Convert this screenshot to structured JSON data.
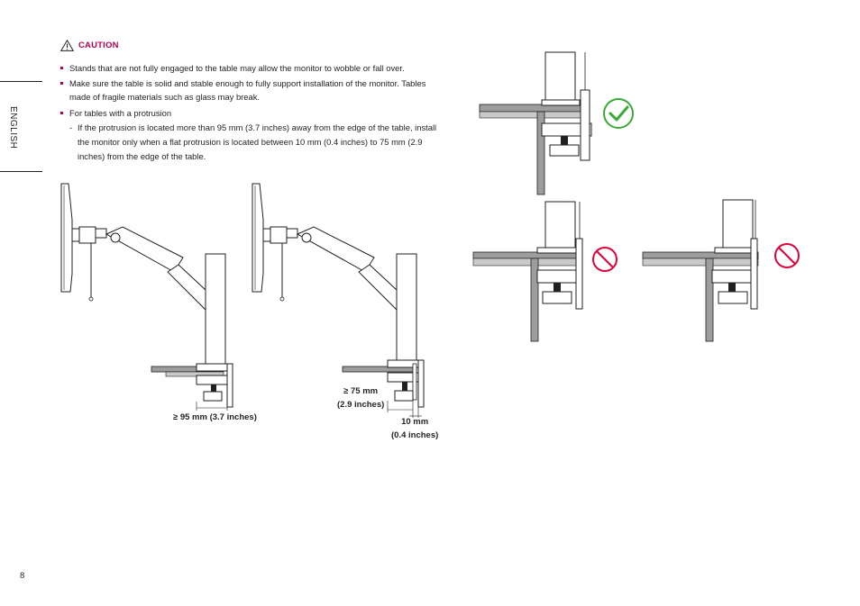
{
  "sidebar": {
    "language": "ENGLISH"
  },
  "caution": {
    "title": "CAUTION",
    "icon": "warning-triangle-icon",
    "items": [
      {
        "text": "Stands that are not fully engaged to the table may allow the monitor to wobble or fall over."
      },
      {
        "text": "Make sure the table is solid and stable enough to fully support installation of the monitor. Tables made of fragile materials such as glass may break."
      },
      {
        "text": "For tables with a protrusion"
      }
    ],
    "sub_item": "If the protrusion is located more than 95 mm (3.7 inches) away from the edge of the table, install the monitor only when a flat protrusion is located between 10 mm (0.4 inches) to 75 mm (2.9 inches) from the edge of the table."
  },
  "diagram_labels": {
    "left_distance": "≥ 95 mm (3.7 inches)",
    "right_distance_line1": "≥ 75 mm",
    "right_distance_line2": "(2.9 inches)",
    "right_small_line1": "10 mm",
    "right_small_line2": "(0.4 inches)"
  },
  "status_icons": {
    "correct": {
      "icon": "check-circle-icon",
      "color": "#3aaa35"
    },
    "incorrect": {
      "icon": "prohibited-icon",
      "color": "#e4003a"
    }
  },
  "colors": {
    "accent": "#b6004f",
    "ok": "#3aaa35",
    "no": "#e4003a"
  },
  "page": {
    "number": "8"
  }
}
